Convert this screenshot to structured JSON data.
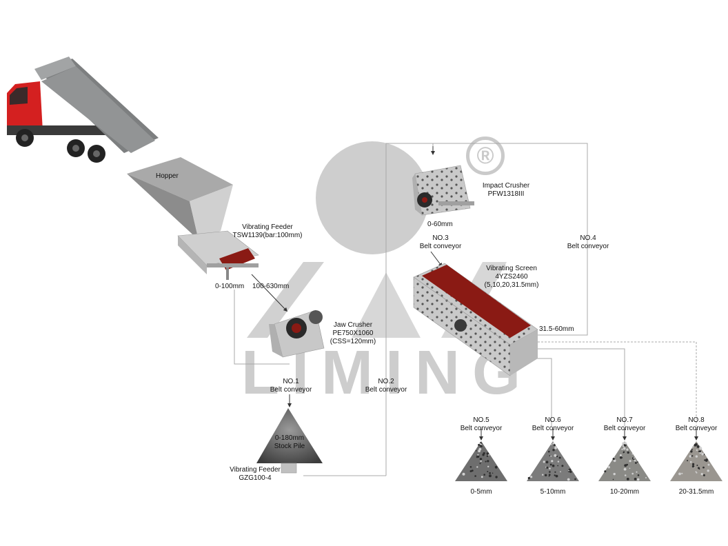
{
  "watermark": {
    "brand": "LIMING",
    "registered": "®"
  },
  "equipment": {
    "hopper": "Hopper",
    "vibrating_feeder_1": [
      "Vibrating Feeder",
      "TSW1139(bar:100mm)"
    ],
    "jaw_crusher": [
      "Jaw Crusher",
      "PE750X1060",
      "(CSS=120mm)"
    ],
    "impact_crusher": [
      "Impact Crusher",
      "PFW1318III"
    ],
    "vibrating_screen": [
      "Vibrating Screen",
      "4YZS2460",
      "(5,10,20,31.5mm)"
    ],
    "vibrating_feeder_2": [
      "Vibrating Feeder",
      "GZG100-4"
    ],
    "stock_pile": [
      "0-180mm",
      "Stock Pile"
    ]
  },
  "conveyors": {
    "no1": [
      "NO.1",
      "Belt conveyor"
    ],
    "no2": [
      "NO.2",
      "Belt conveyor"
    ],
    "no3": [
      "NO.3",
      "Belt conveyor"
    ],
    "no4": [
      "NO.4",
      "Belt conveyor"
    ],
    "no5": [
      "NO.5",
      "Belt conveyor"
    ],
    "no6": [
      "NO.6",
      "Belt conveyor"
    ],
    "no7": [
      "NO.7",
      "Belt conveyor"
    ],
    "no8": [
      "NO.8",
      "Belt conveyor"
    ]
  },
  "sizes": {
    "feeder_fine": "0-100mm",
    "feeder_coarse": "100-630mm",
    "impact_out": "0-60mm",
    "screen_oversize": "31.5-60mm"
  },
  "products": [
    {
      "size": "0-5mm",
      "color": "#6e6e6e"
    },
    {
      "size": "5-10mm",
      "color": "#7b7b7b"
    },
    {
      "size": "10-20mm",
      "color": "#8a8a86"
    },
    {
      "size": "20-31.5mm",
      "color": "#9a9690"
    }
  ],
  "colors": {
    "truck_cab": "#d42020",
    "truck_bed": "#7d7f80",
    "screen_deck": "#8a1a14",
    "machine_gray": "#c8c8c8",
    "flow_line": "#a8a8a8",
    "watermark": "#bdbdbd"
  }
}
